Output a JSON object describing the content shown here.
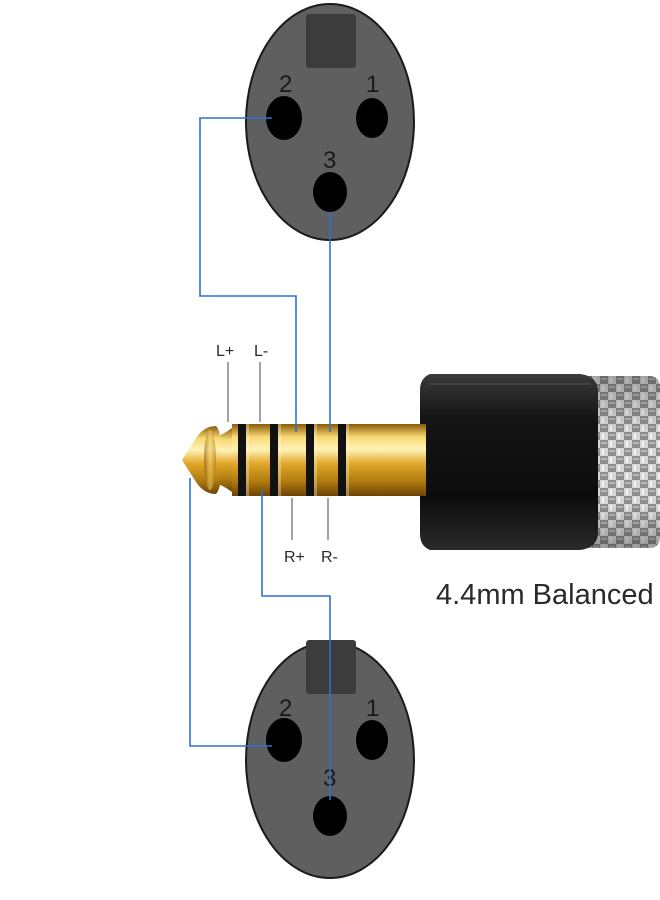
{
  "caption": "4.4mm Balanced",
  "connectors": {
    "top": {
      "pins": {
        "p1": "1",
        "p2": "2",
        "p3": "3"
      }
    },
    "bottom": {
      "pins": {
        "p1": "1",
        "p2": "2",
        "p3": "3"
      }
    }
  },
  "plug": {
    "labels": {
      "l_plus": "L+",
      "l_minus": "L-",
      "r_plus": "R+",
      "r_minus": "R-"
    }
  },
  "colors": {
    "wire": "#2f6fd6",
    "leader": "#666666",
    "connector_face": "#5f5f5f",
    "gold": "#d9a520",
    "ring": "#111111",
    "housing": "#1b1b1b",
    "label": "#2a2a2a"
  },
  "icons": [
    "xlr-female-connector-icon",
    "trrs-4.4mm-plug-icon",
    "braided-cable-icon"
  ]
}
